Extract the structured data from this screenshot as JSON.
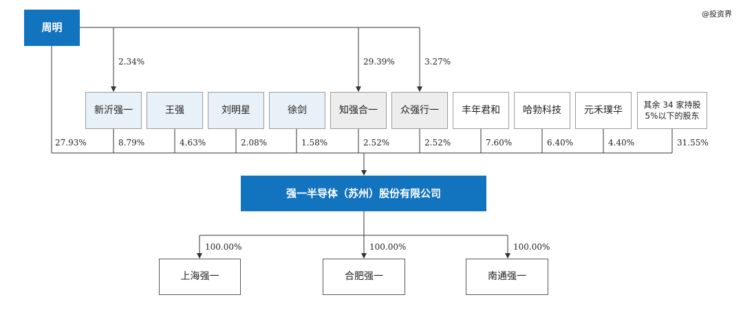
{
  "watermark": "@投资界",
  "zhouming": "周明",
  "company": "强一半导体（苏州）股份有限公司",
  "shareholders": [
    {
      "name": "新沂强一",
      "pct": "8.79%"
    },
    {
      "name": "王强",
      "pct": "4.63%"
    },
    {
      "name": "刘明星",
      "pct": "2.08%"
    },
    {
      "name": "徐剑",
      "pct": "1.58%"
    },
    {
      "name": "知强合一",
      "pct": "2.52%"
    },
    {
      "name": "众强行一",
      "pct": "2.52%"
    },
    {
      "name": "丰年君和",
      "pct": "7.60%"
    },
    {
      "name": "哈勃科技",
      "pct": "6.40%"
    },
    {
      "name": "元禾璞华",
      "pct": "4.40%"
    },
    {
      "name_line1": "其余 34 家持股",
      "name_line2": "5%以下的股东",
      "pct": "31.55%"
    }
  ],
  "zhouming_direct_pct": "27.93%",
  "zhouming_to_xinyi_pct": "2.34%",
  "zhouming_to_zhiqiang_pct": "29.39%",
  "zhouming_to_zhongqiang_pct": "3.27%",
  "subsidiaries": [
    {
      "name": "上海强一",
      "pct": "100.00%"
    },
    {
      "name": "合肥强一",
      "pct": "100.00%"
    },
    {
      "name": "南通强一",
      "pct": "100.00%"
    }
  ]
}
